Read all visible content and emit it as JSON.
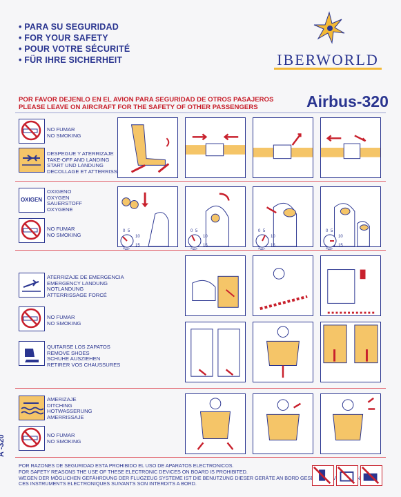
{
  "header": {
    "items": [
      "• PARA SU SEGURIDAD",
      "• FOR YOUR SAFETY",
      "• POUR VOTRE SÉCURITÉ",
      "• FÜR IHRE SICHERHEIT"
    ]
  },
  "logo": {
    "text": "IBERWORLD"
  },
  "notice": {
    "line1": "POR FAVOR DEJENLO EN EL AVION PARA SEGURIDAD DE OTROS PASAJEROS",
    "line2": "PLEASE LEAVE ON AIRCRAFT FOR THE SAFETY OF OTHER PASSENGERS"
  },
  "model": "Airbus-320",
  "sections": {
    "no_smoking_1": [
      "NO FUMAR",
      "NO SMOKING"
    ],
    "takeoff": [
      "DESPEGUE Y ATERRIZAJE",
      "TAKE-OFF AND LANDING",
      "START UND LANDUNG",
      "DECOLLAGE ET ATTERRISSAGE"
    ],
    "oxygen_icon": "OXIGEN",
    "oxygen": [
      "OXIGENO",
      "OXYGEN",
      "SAUERSTOFF",
      "OXYGENE"
    ],
    "no_smoking_2": [
      "NO FUMAR",
      "NO SMOKING"
    ],
    "emergency_landing": [
      "ATERRIZAJE DE EMERGENCIA",
      "EMERGENCY LANDUNG",
      "NOTLANDUNG",
      "ATTERRISSAGE FORCÉ"
    ],
    "no_smoking_3": [
      "NO FUMAR",
      "NO SMOKING"
    ],
    "shoes": [
      "QUITARSE LOS ZAPATOS",
      "REMOVE SHOES",
      "SCHUHE AUSZIEHEN",
      "RETIRER VOS CHAUSSURES"
    ],
    "ditching": [
      "AMERIZAJE",
      "DITCHING",
      "HOTWASSERUNG",
      "AMERRISSAJE"
    ],
    "no_smoking_4": [
      "NO FUMAR",
      "NO SMOKING"
    ]
  },
  "timer": {
    "ticks": [
      "0",
      "5",
      "10",
      "15"
    ],
    "unit": "Sec."
  },
  "footer": {
    "line1": "POR RAZONES DE SEGURIDAD ESTA PROHIBIDO EL USO DE APARATOS ELECTRONICOS.",
    "line2": "FOR SAFETY REASONS THE USE OF THESE ELECTRONIC DEVICES ON BOARD IS PROHIBITED.",
    "line3": "WEGEN DER MÖGLICHEN GEFÄHRDUNG DER FLUGZEUG SYSTEME IST DIE BENUTZUNG DIESER GERÄTE AN BORD GESETZLICH VERBOTEN",
    "line4": "CES INSTRUMENTS ELECTRONIQUES SUIVANTS SON INTERDITS A BORD."
  },
  "side_label": "A -320",
  "colors": {
    "navy": "#2a3590",
    "red": "#c8202c",
    "amber": "#f5c568",
    "gold": "#f3b935"
  },
  "icons": [
    "no-smoking-icon",
    "seatbelt-icon",
    "oxygen-icon",
    "emergency-landing-icon",
    "remove-shoes-icon",
    "ditching-icon",
    "no-phone-icon",
    "no-tv-icon",
    "no-radio-icon"
  ]
}
